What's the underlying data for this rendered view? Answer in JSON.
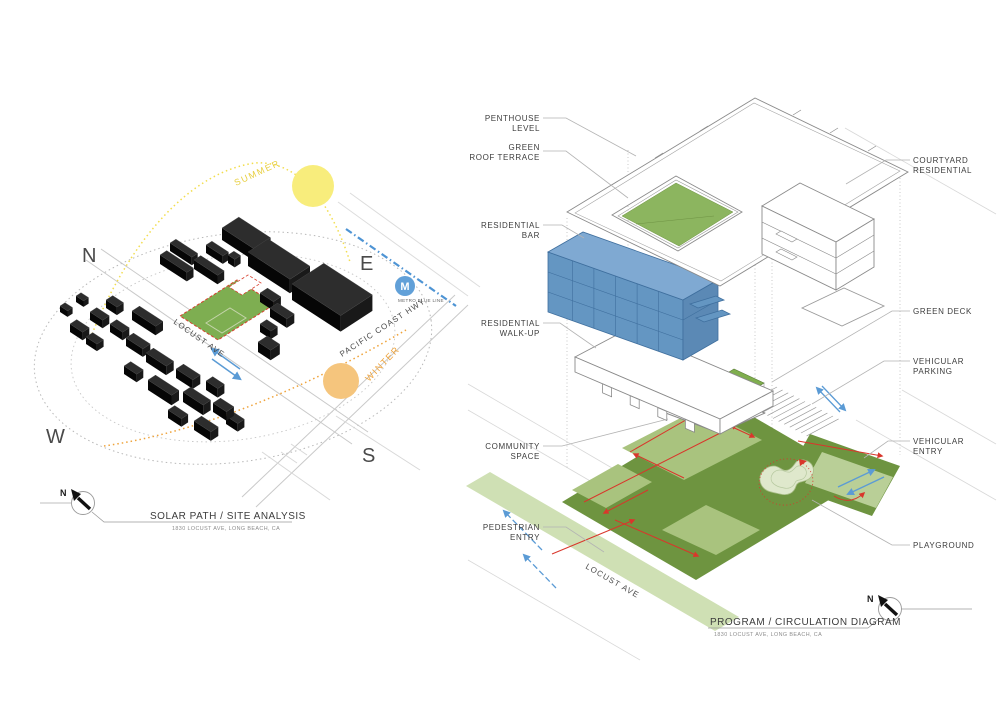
{
  "left_panel": {
    "title": "SOLAR PATH / SITE ANALYSIS",
    "subtitle": "1830 LOCUST AVE, LONG BEACH, CA",
    "compass": {
      "north": "N",
      "east": "E",
      "south": "S",
      "west": "W"
    },
    "solar": {
      "summer_label": "SUMMER",
      "winter_label": "WINTER"
    },
    "streets": {
      "locust_ave": "LOCUST AVE",
      "pacific_coast_hwy": "PACIFIC COAST HWY"
    },
    "metro": {
      "logo_letter": "M",
      "line_label": "METRO BLUE LINE"
    },
    "north_arrow_label": "N"
  },
  "right_panel": {
    "title": "PROGRAM / CIRCULATION DIAGRAM",
    "subtitle": "1830 LOCUST AVE, LONG BEACH, CA",
    "street_label": "LOCUST AVE",
    "north_arrow_label": "N",
    "labels_left": [
      {
        "line1": "PENTHOUSE",
        "line2": "LEVEL"
      },
      {
        "line1": "GREEN",
        "line2": "ROOF TERRACE"
      },
      {
        "line1": "RESIDENTIAL",
        "line2": "BAR"
      },
      {
        "line1": "RESIDENTIAL",
        "line2": "WALK-UP"
      },
      {
        "line1": "COMMUNITY",
        "line2": "SPACE"
      },
      {
        "line1": "PEDESTRIAN",
        "line2": "ENTRY"
      }
    ],
    "labels_right": [
      {
        "line1": "COURTYARD",
        "line2": "RESIDENTIAL"
      },
      {
        "line1": "GREEN DECK",
        "line2": ""
      },
      {
        "line1": "VEHICULAR",
        "line2": "PARKING"
      },
      {
        "line1": "VEHICULAR",
        "line2": "ENTRY"
      },
      {
        "line1": "PLAYGROUND",
        "line2": ""
      }
    ]
  },
  "colors": {
    "site_green": "#7eae51",
    "ground_green": "#6e9440",
    "footprint_green": "#a9c37e",
    "street_band_green": "#cfe0b4",
    "residential_bar_blue": "#6496c2",
    "summer_yellow": "#f8ed7c",
    "winter_orange": "#f5c57d",
    "metro_blue": "#61a0d8",
    "circulation_red": "#d9362b",
    "arrow_blue": "#5b9bd5"
  }
}
